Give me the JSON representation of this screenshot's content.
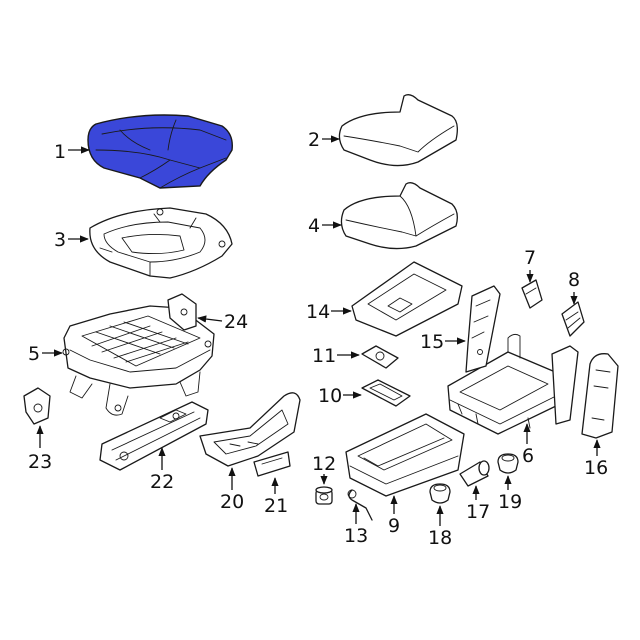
{
  "diagram": {
    "highlight_color": "#3a47d9",
    "highlighted_part": "1",
    "callouts": [
      {
        "id": "p1",
        "label": "1"
      },
      {
        "id": "p2",
        "label": "2"
      },
      {
        "id": "p3",
        "label": "3"
      },
      {
        "id": "p4",
        "label": "4"
      },
      {
        "id": "p5",
        "label": "5"
      },
      {
        "id": "p6",
        "label": "6"
      },
      {
        "id": "p7",
        "label": "7"
      },
      {
        "id": "p8",
        "label": "8"
      },
      {
        "id": "p9",
        "label": "9"
      },
      {
        "id": "p10",
        "label": "10"
      },
      {
        "id": "p11",
        "label": "11"
      },
      {
        "id": "p12",
        "label": "12"
      },
      {
        "id": "p13",
        "label": "13"
      },
      {
        "id": "p14",
        "label": "14"
      },
      {
        "id": "p15",
        "label": "15"
      },
      {
        "id": "p16",
        "label": "16"
      },
      {
        "id": "p17",
        "label": "17"
      },
      {
        "id": "p18",
        "label": "18"
      },
      {
        "id": "p19",
        "label": "19"
      },
      {
        "id": "p20",
        "label": "20"
      },
      {
        "id": "p21",
        "label": "21"
      },
      {
        "id": "p22",
        "label": "22"
      },
      {
        "id": "p23",
        "label": "23"
      },
      {
        "id": "p24",
        "label": "24"
      }
    ]
  }
}
